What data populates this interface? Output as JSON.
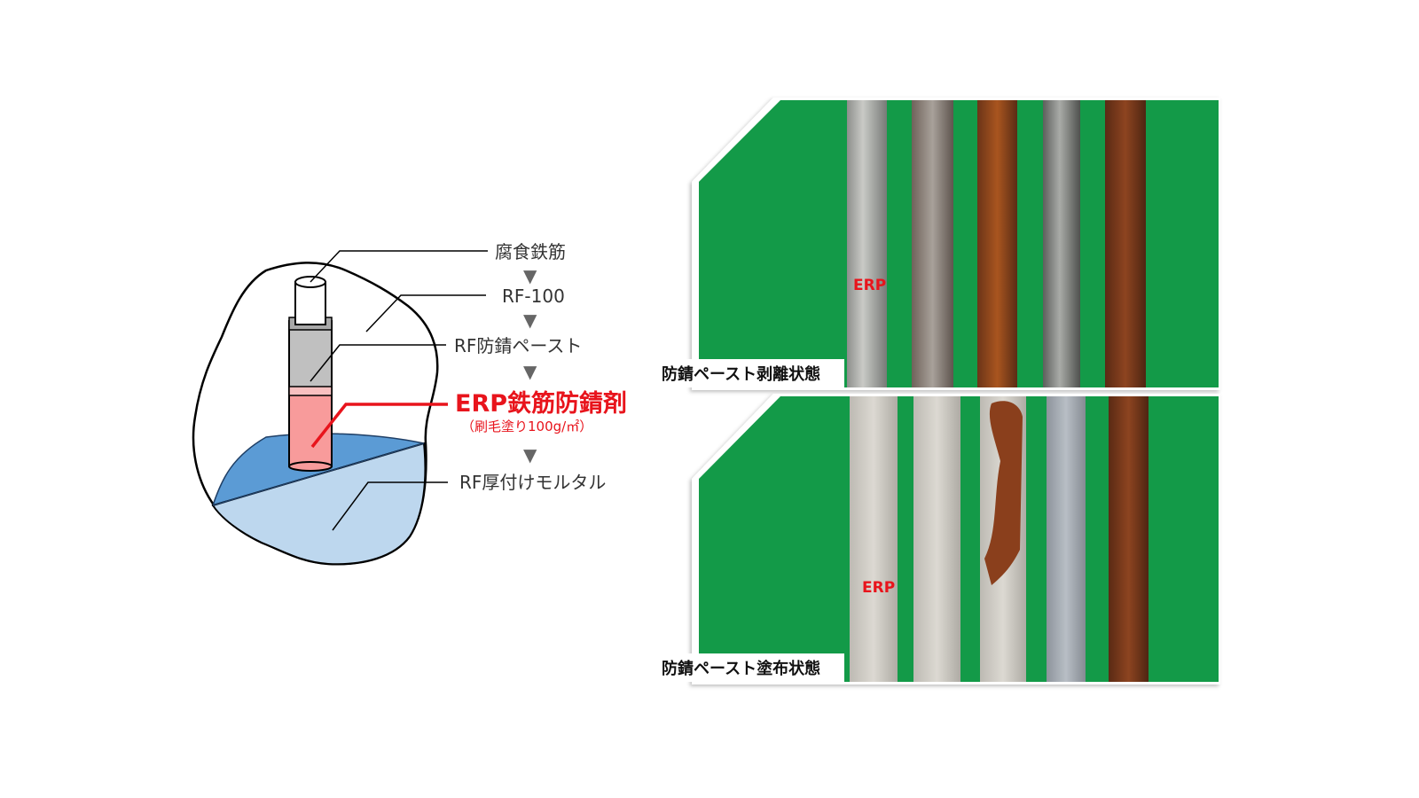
{
  "diagram": {
    "layers": [
      {
        "label": "腐食鉄筋"
      },
      {
        "label": "RF-100"
      },
      {
        "label": "RF防錆ペースト"
      },
      {
        "label": "ERP鉄筋防錆剤",
        "note": "（刷毛塗り100g/㎡）",
        "highlight": true
      },
      {
        "label": "RF厚付けモルタル"
      }
    ],
    "arrow_glyph": "▼",
    "colors": {
      "highlight": "#e8141c",
      "paste": "#c0c0c0",
      "erp": "#f89b9b",
      "mortar_dark": "#5b9bd5",
      "mortar_light": "#bdd7ee"
    }
  },
  "photos": [
    {
      "caption": "防錆ペースト剥離状態",
      "rod_tag": "ERP"
    },
    {
      "caption": "防錆ペースト塗布状態",
      "rod_tag": "ERP"
    }
  ]
}
